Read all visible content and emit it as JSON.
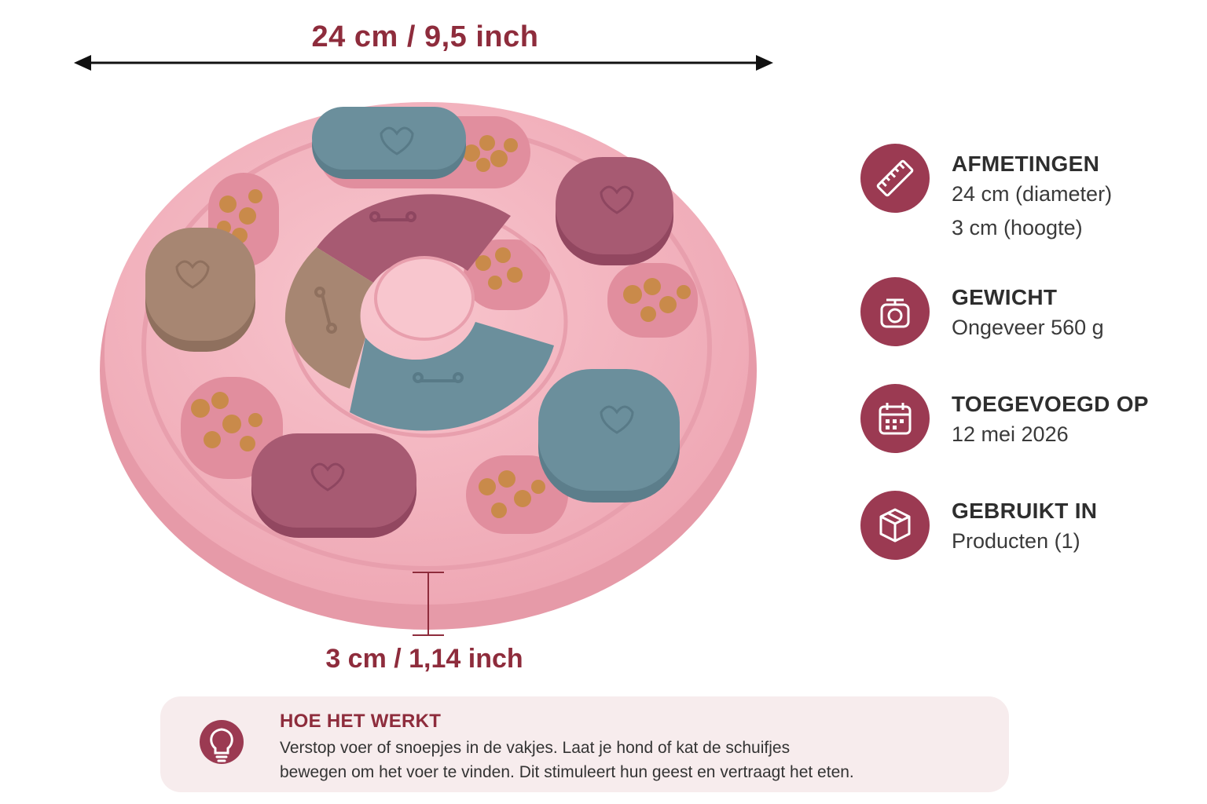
{
  "dimensions": {
    "width_label": "24 cm / 9,5 inch",
    "height_label": "3 cm / 1,14 inch"
  },
  "specs": [
    {
      "icon": "ruler-icon",
      "title": "AFMETINGEN",
      "lines": [
        "24 cm (diameter)",
        "3 cm (hoogte)"
      ]
    },
    {
      "icon": "scale-icon",
      "title": "GEWICHT",
      "lines": [
        "Ongeveer 560 g"
      ]
    },
    {
      "icon": "calendar-icon",
      "title": "TOEGEVOEGD OP",
      "lines": [
        "12 mei 2026"
      ]
    },
    {
      "icon": "box-icon",
      "title": "GEBRUIKT IN",
      "lines": [
        "Producten (1)"
      ]
    }
  ],
  "how_it_works": {
    "icon": "lightbulb-icon",
    "title": "HOE HET WERKT",
    "body_line1": "Verstop voer of snoepjes in de vakjes. Laat je hond of kat de schuifjes",
    "body_line2": "bewegen om het voer te vinden. Dit stimuleert hun geest en vertraagt het eten."
  },
  "colors": {
    "accent": "#9b3a52",
    "title_red": "#8e2c3c",
    "puzzle_pink": "#f4b8c2",
    "slider_blue": "#6b8f9c",
    "slider_mauve": "#a75a72",
    "slider_brown": "#a78672",
    "kibble": "#c98a4a"
  }
}
